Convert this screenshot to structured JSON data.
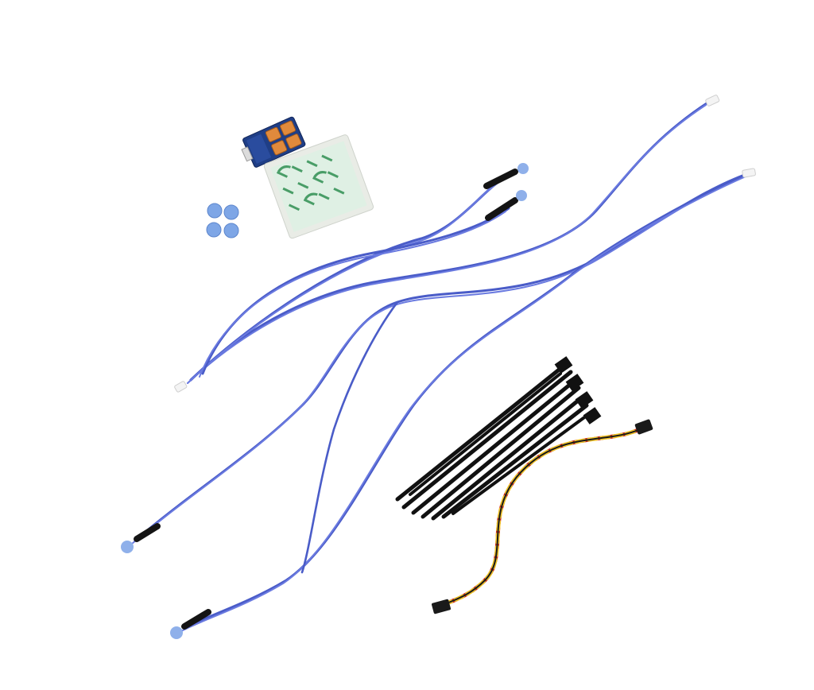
{
  "photo": {
    "background": "#ffffff",
    "colors": {
      "wire_blue": "#4a5cc8",
      "wire_blue_light": "#6a7ae0",
      "heatshrink_black": "#141414",
      "sensor_tip": "#8fb0ea",
      "pcb_blue": "#1f3e86",
      "connector_orange": "#e08a3c",
      "tape_green": "#2f8f52",
      "tape_backing": "#e9ece6",
      "dot_blue": "#7ea6e6",
      "cable_tie_black": "#111111",
      "servo_red": "#cc2a1e",
      "servo_yellow": "#f0c428",
      "servo_black": "#1a1a1a",
      "connector_white": "#f4f4f4"
    },
    "items": [
      {
        "name": "pcb-module",
        "icon": "circuit-board"
      },
      {
        "name": "adhesive-tape-pad",
        "icon": "tape-square"
      },
      {
        "name": "adhesive-dots",
        "icon": "round-dots",
        "count": 4
      },
      {
        "name": "temperature-sensor-cables",
        "icon": "sensor-wire",
        "count": 4
      },
      {
        "name": "cable-ties",
        "icon": "zip-tie",
        "count": 8
      },
      {
        "name": "servo-extension-cable",
        "icon": "twisted-cable"
      }
    ]
  }
}
